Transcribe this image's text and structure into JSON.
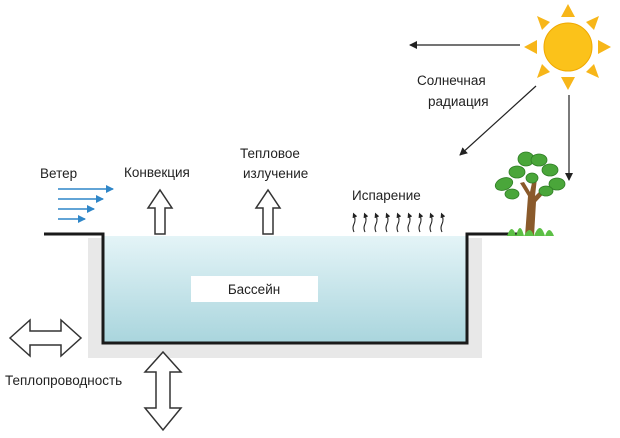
{
  "labels": {
    "sun_line1": "Солнечная",
    "sun_line2": "радиация",
    "wind": "Ветер",
    "convection": "Конвекция",
    "radiation_line1": "Тепловое",
    "radiation_line2": "излучение",
    "evaporation": "Испарение",
    "pool": "Бассейн",
    "conduction": "Теплопроводность"
  },
  "colors": {
    "water_top": "#e4f4f7",
    "water_bottom": "#a9d5dd",
    "sun_core": "#fbc21a",
    "sun_ray": "#f7b619",
    "wind_arrow": "#2f86c8",
    "ground": "#e8e8e8",
    "foliage": "#4aa63a"
  },
  "icons": [
    "sun-icon",
    "tree-icon",
    "wind-arrows-icon",
    "hollow-arrow-icon",
    "double-arrow-icon"
  ]
}
